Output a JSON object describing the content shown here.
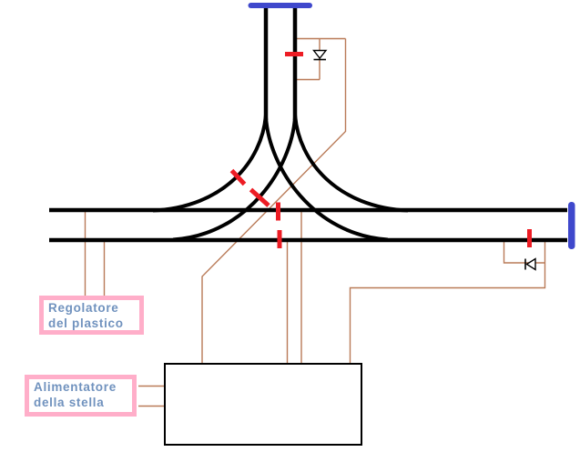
{
  "colors": {
    "background": "#FFFFFF",
    "track_black": "#000000",
    "wire_brown": "#B97A57",
    "gap_red": "#ED1C24",
    "end_stop_blue": "#3F48CC",
    "box_border_pink": "#FFAEC9",
    "label_text_blue": "#7092BE"
  },
  "labels": {
    "regulator": {
      "line1": "Regolatore",
      "line2": "del plastico"
    },
    "power_supply": {
      "line1": "Alimentatore",
      "line2": "della stella"
    }
  },
  "components": {
    "track_end_stops": 2,
    "insulation_gaps": 6,
    "diodes": 2,
    "power_supply_box_label": ""
  }
}
